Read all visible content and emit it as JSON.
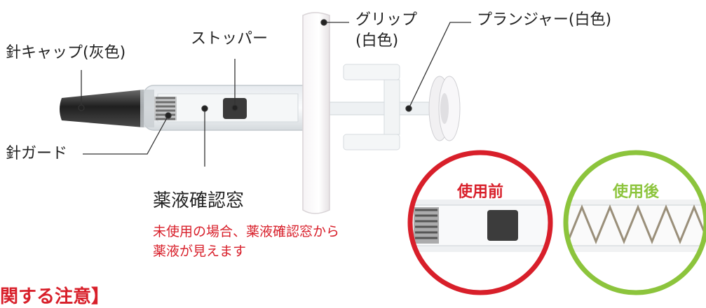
{
  "labels": {
    "needle_cap": "針キャップ(灰色)",
    "stopper": "ストッパー",
    "grip_line1": "グリップ",
    "grip_line2": "(白色)",
    "plunger": "プランジャー(白色)",
    "needle_guard": "針ガード",
    "window": "薬液確認窓"
  },
  "note": {
    "line1": "未使用の場合、薬液確認窓から",
    "line2": "薬液が見えます"
  },
  "circles": {
    "before": {
      "title": "使用前",
      "color": "#d81f2a"
    },
    "after": {
      "title": "使用後",
      "color": "#8cc43c"
    }
  },
  "section_heading": "関する注意】",
  "colors": {
    "accent_red": "#d81f2a",
    "accent_green": "#8cc43c",
    "cap_gray": "#2e2e2e"
  }
}
